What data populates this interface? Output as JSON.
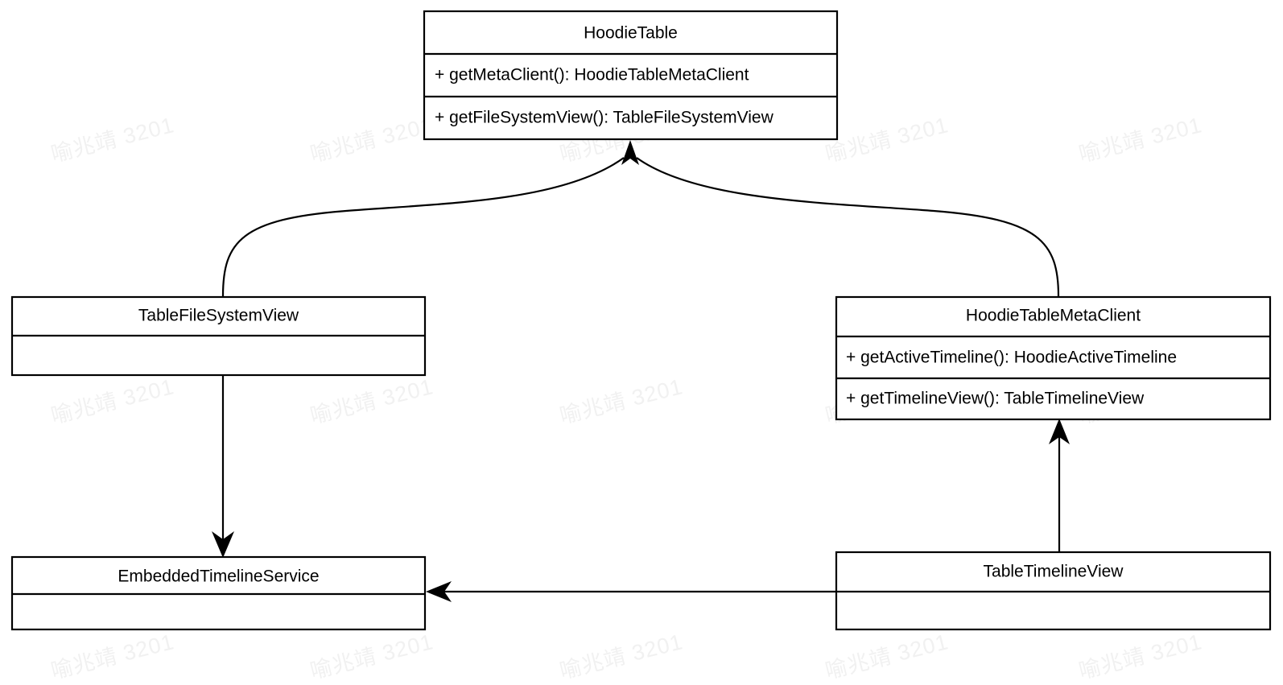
{
  "diagram": {
    "type": "uml-class-diagram",
    "background_color": "#ffffff",
    "line_color": "#000000",
    "text_color": "#000000",
    "watermark": {
      "text": "喻兆靖 3201",
      "color": "#f1f1f1",
      "rotation_deg": -14
    },
    "classes": [
      {
        "id": "hoodie-table",
        "name": "HoodieTable",
        "members": [
          "+ getMetaClient(): HoodieTableMetaClient",
          "+ getFileSystemView(): TableFileSystemView"
        ]
      },
      {
        "id": "table-file-system-view",
        "name": "TableFileSystemView",
        "members": []
      },
      {
        "id": "hoodie-table-meta-client",
        "name": "HoodieTableMetaClient",
        "members": [
          "+ getActiveTimeline(): HoodieActiveTimeline",
          "+ getTimelineView(): TableTimelineView"
        ]
      },
      {
        "id": "embedded-timeline-service",
        "name": "EmbeddedTimelineService",
        "members": []
      },
      {
        "id": "table-timeline-view",
        "name": "TableTimelineView",
        "members": []
      }
    ],
    "relationships": [
      {
        "id": "edge-tfsv-to-hoodietable",
        "from": "TableFileSystemView",
        "to": "HoodieTable",
        "style": "curved",
        "arrow": "filled"
      },
      {
        "id": "edge-htmc-to-hoodietable",
        "from": "HoodieTableMetaClient",
        "to": "HoodieTable",
        "style": "curved",
        "arrow": "filled"
      },
      {
        "id": "edge-tfsv-to-ets",
        "from": "TableFileSystemView",
        "to": "EmbeddedTimelineService",
        "style": "straight",
        "arrow": "filled"
      },
      {
        "id": "edge-ttv-to-htmc",
        "from": "TableTimelineView",
        "to": "HoodieTableMetaClient",
        "style": "straight",
        "arrow": "filled"
      },
      {
        "id": "edge-ttv-to-ets",
        "from": "TableTimelineView",
        "to": "EmbeddedTimelineService",
        "style": "straight",
        "arrow": "filled"
      }
    ]
  }
}
